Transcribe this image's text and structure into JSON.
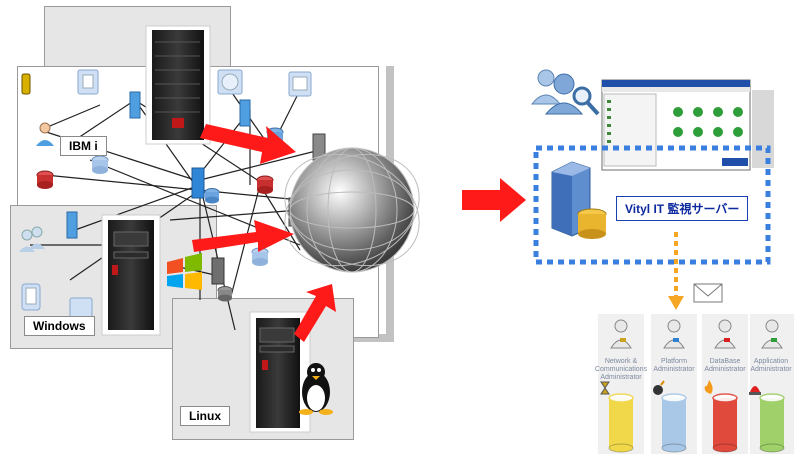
{
  "environments": {
    "ibmi_label": "IBM i",
    "windows_label": "Windows",
    "linux_label": "Linux"
  },
  "monitor": {
    "server_label": "Vityl IT 監視サーバー"
  },
  "administrators": [
    {
      "label": "Network & Communications Administrator",
      "color": "#f0d84a",
      "accent": "#c9a31e",
      "icon": "hourglass-icon"
    },
    {
      "label": "Platform Administrator",
      "color": "#a9c8e8",
      "accent": "#2f7fd0",
      "icon": "bomb-icon"
    },
    {
      "label": "DataBase Administrator",
      "color": "#e04a3c",
      "accent": "#d81e1e",
      "icon": "flame-icon"
    },
    {
      "label": "Application Administrator",
      "color": "#9fd06a",
      "accent": "#2e9e3a",
      "icon": "alarm-light-icon"
    }
  ],
  "colors": {
    "arrow_red": "#ff1a1a",
    "dashed_blue": "#3a7fe0",
    "dashed_orange": "#f5a623",
    "panel_gray": "#e6e6e6"
  }
}
